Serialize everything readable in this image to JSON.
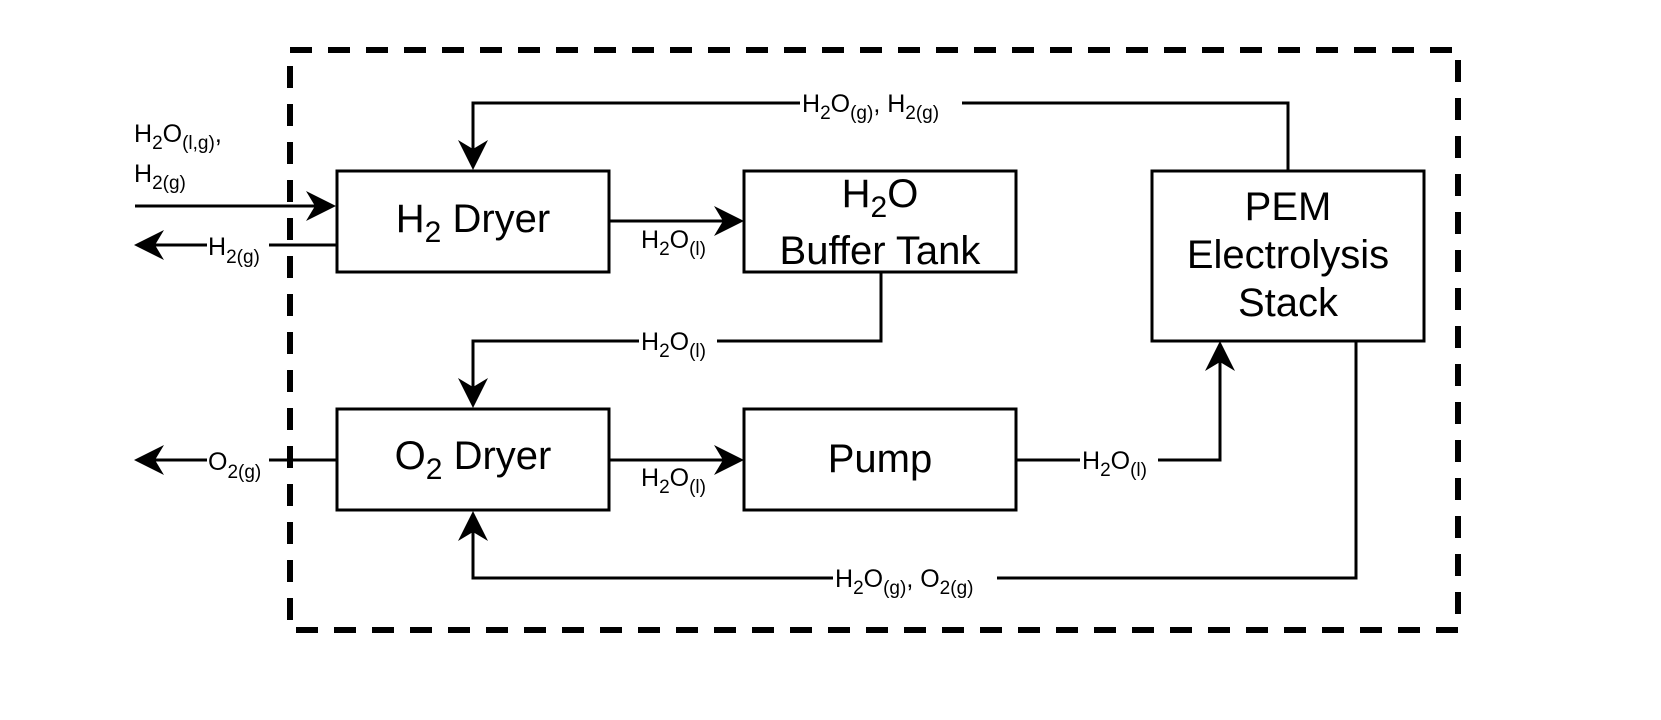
{
  "colors": {
    "stroke": "#000000",
    "background": "#ffffff"
  },
  "blocks": {
    "h2_dryer": {
      "main": "H",
      "sub": "2",
      "rest": " Dryer"
    },
    "h2o_buffer_tank": {
      "line1_main": "H",
      "line1_sub": "2",
      "line1_rest": "O",
      "line2": "Buffer Tank"
    },
    "pem_stack": {
      "line1": "PEM",
      "line2": "Electrolysis",
      "line3": "Stack"
    },
    "o2_dryer": {
      "main": "O",
      "sub": "2",
      "rest": " Dryer"
    },
    "pump": {
      "label": "Pump"
    }
  },
  "flows": {
    "external_inlet": {
      "l1_a": "H",
      "l1_b": "2",
      "l1_c": "O",
      "l1_d": "(l,g)",
      "l1_e": ",",
      "l2_a": "H",
      "l2_b": "2(g)"
    },
    "h2_outlet": {
      "a": "H",
      "b": "2(g)"
    },
    "o2_outlet": {
      "a": "O",
      "b": "2(g)"
    },
    "h2_dryer_to_tank": {
      "a": "H",
      "b": "2",
      "c": "O",
      "d": "(l)"
    },
    "tank_to_o2_dryer": {
      "a": "H",
      "b": "2",
      "c": "O",
      "d": "(l)"
    },
    "o2_dryer_to_pump": {
      "a": "H",
      "b": "2",
      "c": "O",
      "d": "(l)"
    },
    "pump_to_stack": {
      "a": "H",
      "b": "2",
      "c": "O",
      "d": "(l)"
    },
    "stack_to_h2_dryer": {
      "a": "H",
      "b": "2",
      "c": "O",
      "d": "(g)",
      "e": ", H",
      "f": "2(g)"
    },
    "stack_to_o2_dryer": {
      "a": "H",
      "b": "2",
      "c": "O",
      "d": "(g)",
      "e": ", O",
      "f": "2(g)"
    }
  }
}
